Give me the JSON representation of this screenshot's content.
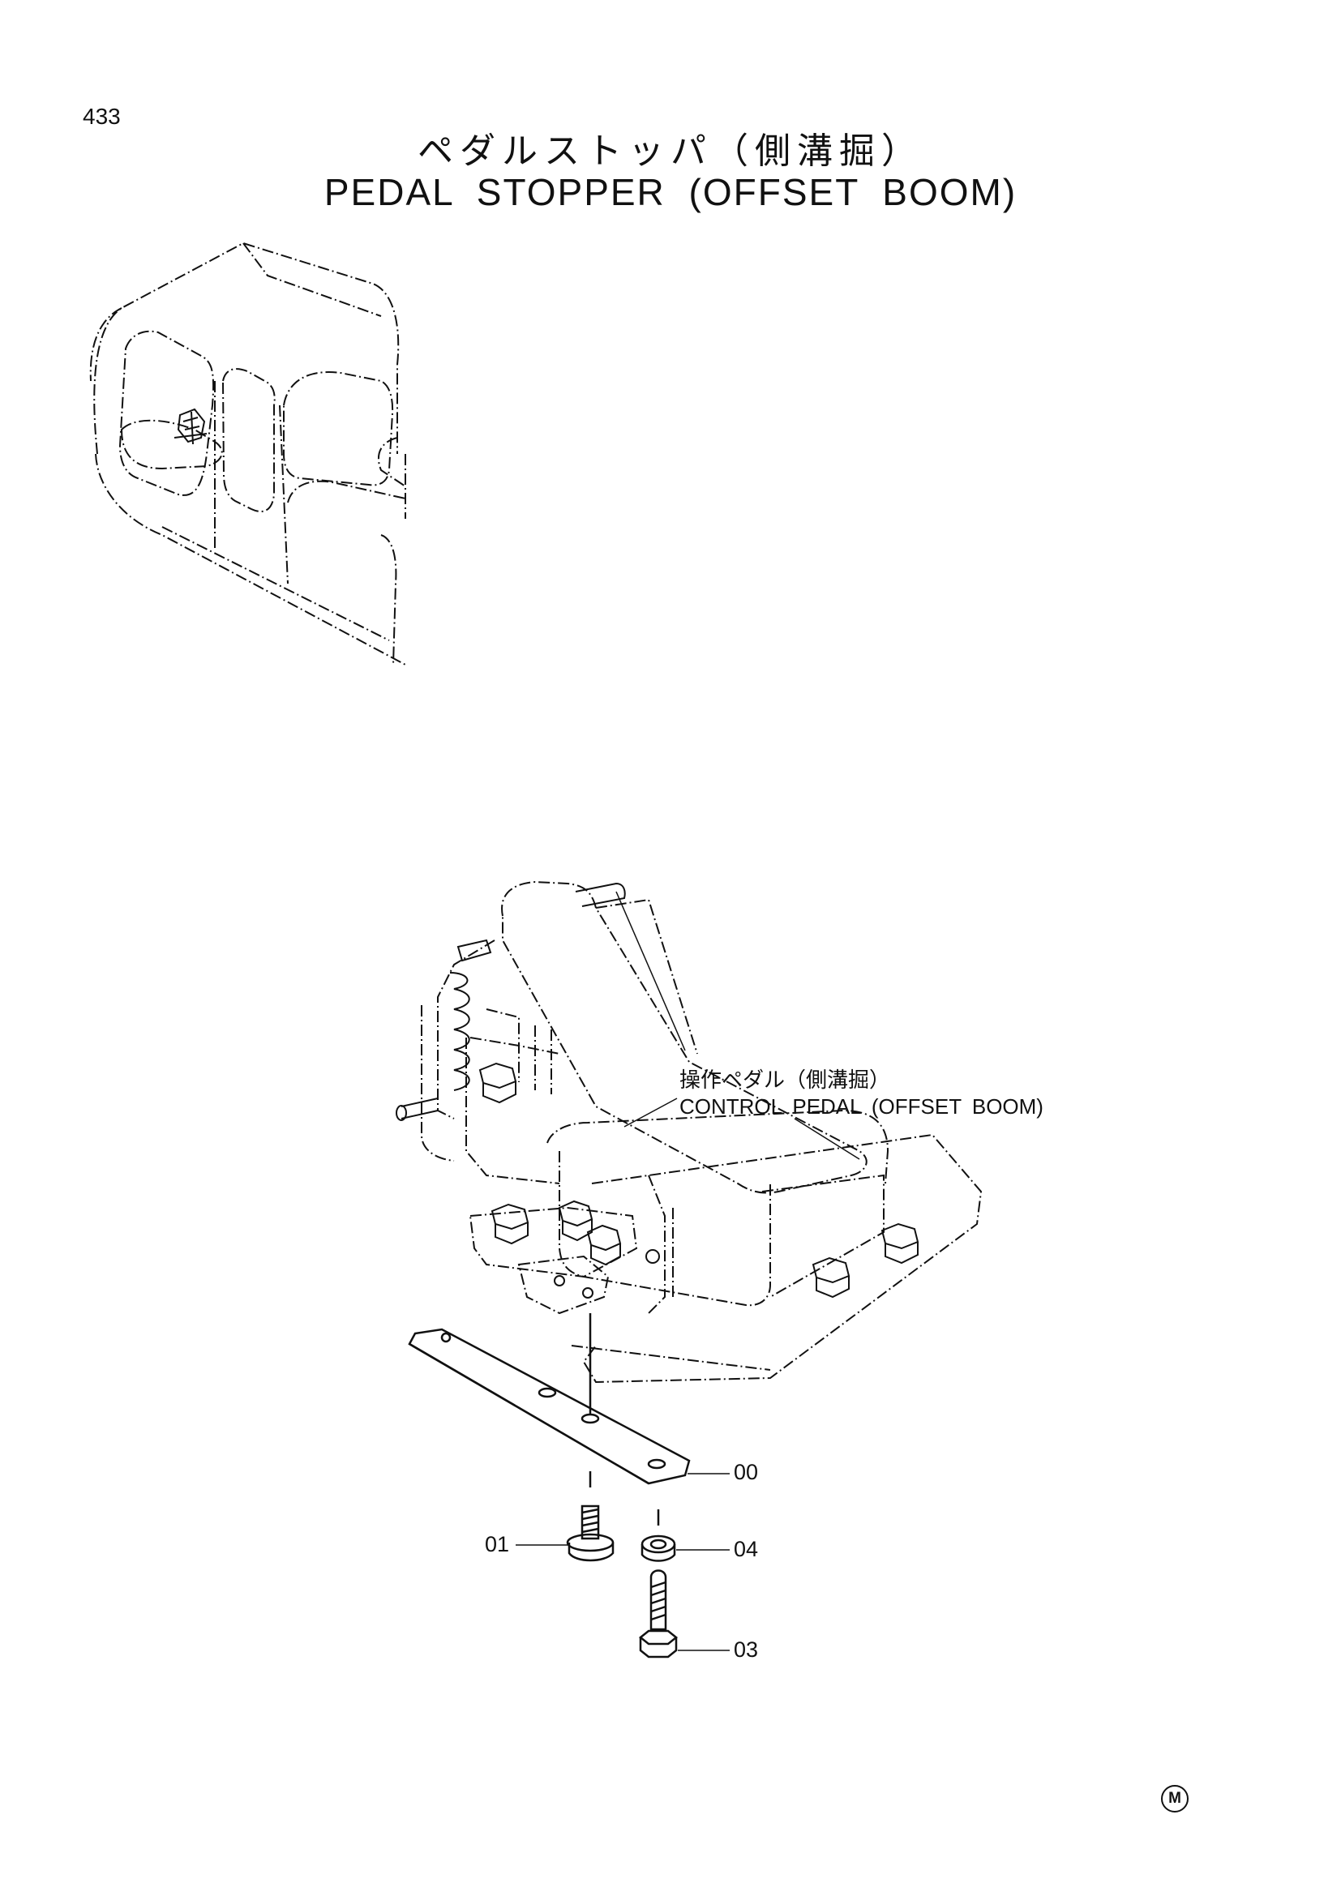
{
  "page": {
    "number": "433"
  },
  "title": {
    "jp": "ペダルストッパ（側溝掘）",
    "en": "PEDAL STOPPER (OFFSET BOOM)"
  },
  "callout": {
    "jp": "操作ペダル（側溝掘）",
    "en": "CONTROL PEDAL (OFFSET BOOM)"
  },
  "parts": [
    {
      "id": "00"
    },
    {
      "id": "01"
    },
    {
      "id": "04"
    },
    {
      "id": "03"
    }
  ],
  "brand_mark": "M"
}
